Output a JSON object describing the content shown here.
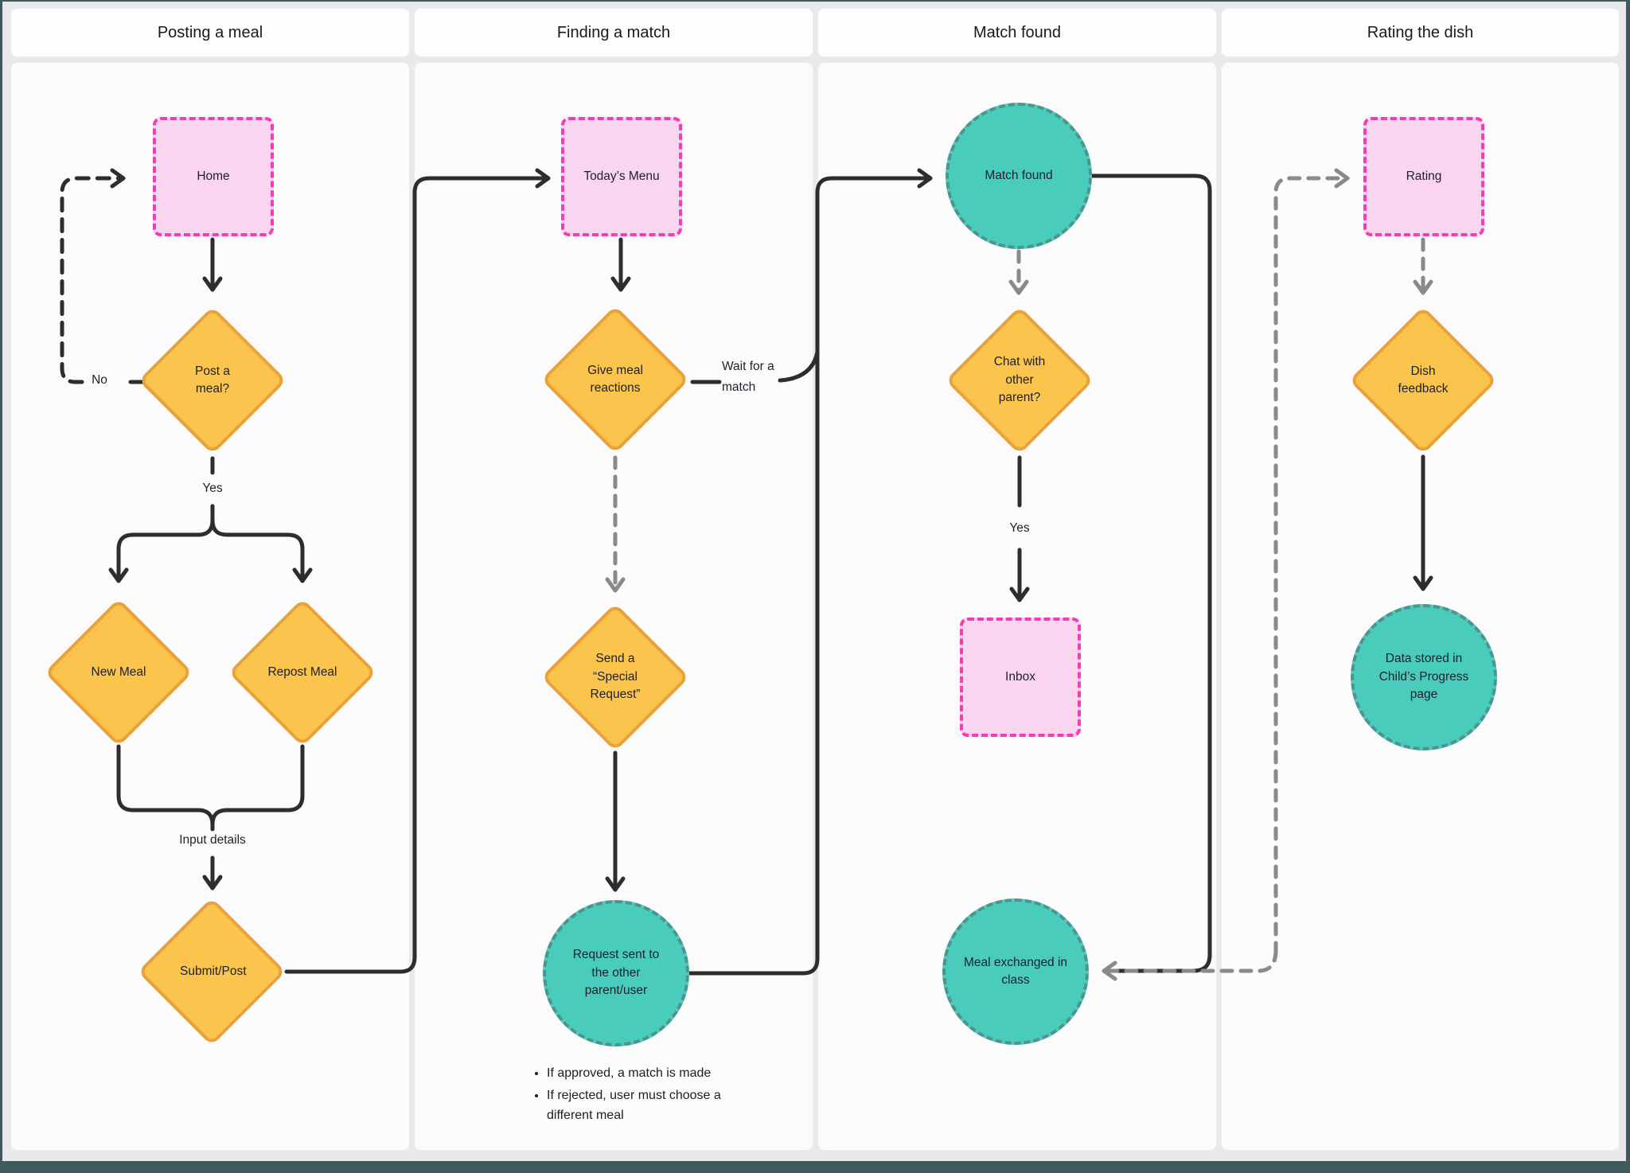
{
  "colors": {
    "page_bg": "#e8e9eb",
    "frame": "#41585c",
    "header_bg": "#fefeff",
    "lane_bg": "#fbfbfc",
    "cell_border": "#ededf0",
    "pink_fill": "#f9d5f0",
    "pink_border": "#f23eb1",
    "orange_fill": "#fac44d",
    "orange_border": "#e9a23b",
    "teal_fill": "#4accbd",
    "teal_border": "#4e938e",
    "line_black": "#2d2d2d",
    "line_gray": "#8a8a8a",
    "text": "#1d2129"
  },
  "lanes": [
    {
      "title": "Posting a meal"
    },
    {
      "title": "Finding a match"
    },
    {
      "title": "Match found"
    },
    {
      "title": "Rating the dish"
    }
  ],
  "nodes": {
    "home": {
      "label": "Home",
      "shape": "square"
    },
    "post_a_meal": {
      "label": "Post a meal?",
      "shape": "diamond"
    },
    "new_meal": {
      "label": "New Meal",
      "shape": "diamond"
    },
    "repost_meal": {
      "label": "Repost Meal",
      "shape": "diamond"
    },
    "submit_post": {
      "label": "Submit/Post",
      "shape": "diamond"
    },
    "todays_menu": {
      "label": "Today’s Menu",
      "shape": "square"
    },
    "give_meal_reactions": {
      "label": "Give meal reactions",
      "shape": "diamond"
    },
    "send_special_request": {
      "label": "Send a “Special Request”",
      "shape": "diamond"
    },
    "request_sent": {
      "label": "Request sent to the other parent/user",
      "shape": "circle"
    },
    "match_found": {
      "label": "Match found",
      "shape": "circle"
    },
    "chat_other_parent": {
      "label": "Chat with other parent?",
      "shape": "diamond"
    },
    "inbox": {
      "label": "Inbox",
      "shape": "square"
    },
    "meal_exchanged": {
      "label": "Meal exchanged in class",
      "shape": "circle"
    },
    "rating": {
      "label": "Rating",
      "shape": "square"
    },
    "dish_feedback": {
      "label": "Dish feedback",
      "shape": "diamond"
    },
    "data_stored": {
      "label": "Data stored in Child’s Progress page",
      "shape": "circle"
    }
  },
  "edge_labels": {
    "no": "No",
    "yes_post": "Yes",
    "input_details": "Input details",
    "wait_for_match": "Wait for a match",
    "yes_chat": "Yes"
  },
  "notes": [
    "If approved, a match is made",
    "If rejected, user must choose a different meal"
  ]
}
